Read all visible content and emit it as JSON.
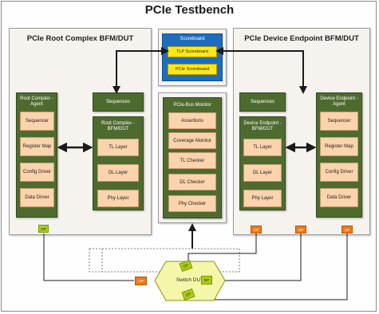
{
  "title": "PCIe Testbench",
  "root_complex": {
    "title": "PCIe Root Complex BFM/DUT",
    "agent": {
      "title": "Root Complex - Agent",
      "items": [
        "Sequencer",
        "Register Map",
        "Config Driver",
        "Data Driver"
      ]
    },
    "sequences": "Sequences",
    "bfm": {
      "title": "Root Complex - BFM/DUT",
      "items": [
        "TL Layer",
        "DL Layer",
        "Phy Layer"
      ]
    },
    "port": "DP"
  },
  "endpoint": {
    "title": "PCIe Device Endpoint BFM/DUT",
    "sequences": "Sequences",
    "bfm": {
      "title": "Device Endpoint - BFM/DUT",
      "items": [
        "TL Layer",
        "DL Layer",
        "Phy Layer"
      ]
    },
    "agent": {
      "title": "Device Endpoint - Agent",
      "items": [
        "Sequencer",
        "Register Map",
        "Config Driver",
        "Data Driver"
      ]
    },
    "ports": [
      "UP",
      "UP",
      "UP"
    ]
  },
  "scoreboard": {
    "title": "Scoreboard",
    "items": [
      "TLP Scoreboard",
      "PCIe Scoreboard"
    ]
  },
  "monitor": {
    "title": "PCIe-Bus Monitor",
    "items": [
      "Assertions",
      "Coverage Monitor",
      "TL Checker",
      "DL Checker",
      "Phy Checker"
    ]
  },
  "switch": {
    "label": "Switch DUT",
    "ports": [
      "DP",
      "UP",
      "DP",
      "DP"
    ]
  },
  "colors": {
    "green": "#4e6b2f",
    "peach": "#fbd3ad",
    "blue": "#1e6dbd",
    "yellow": "#ffe81a",
    "lime": "#aacc14",
    "orange": "#ee7a1a",
    "wire": "#2a2a2a"
  }
}
